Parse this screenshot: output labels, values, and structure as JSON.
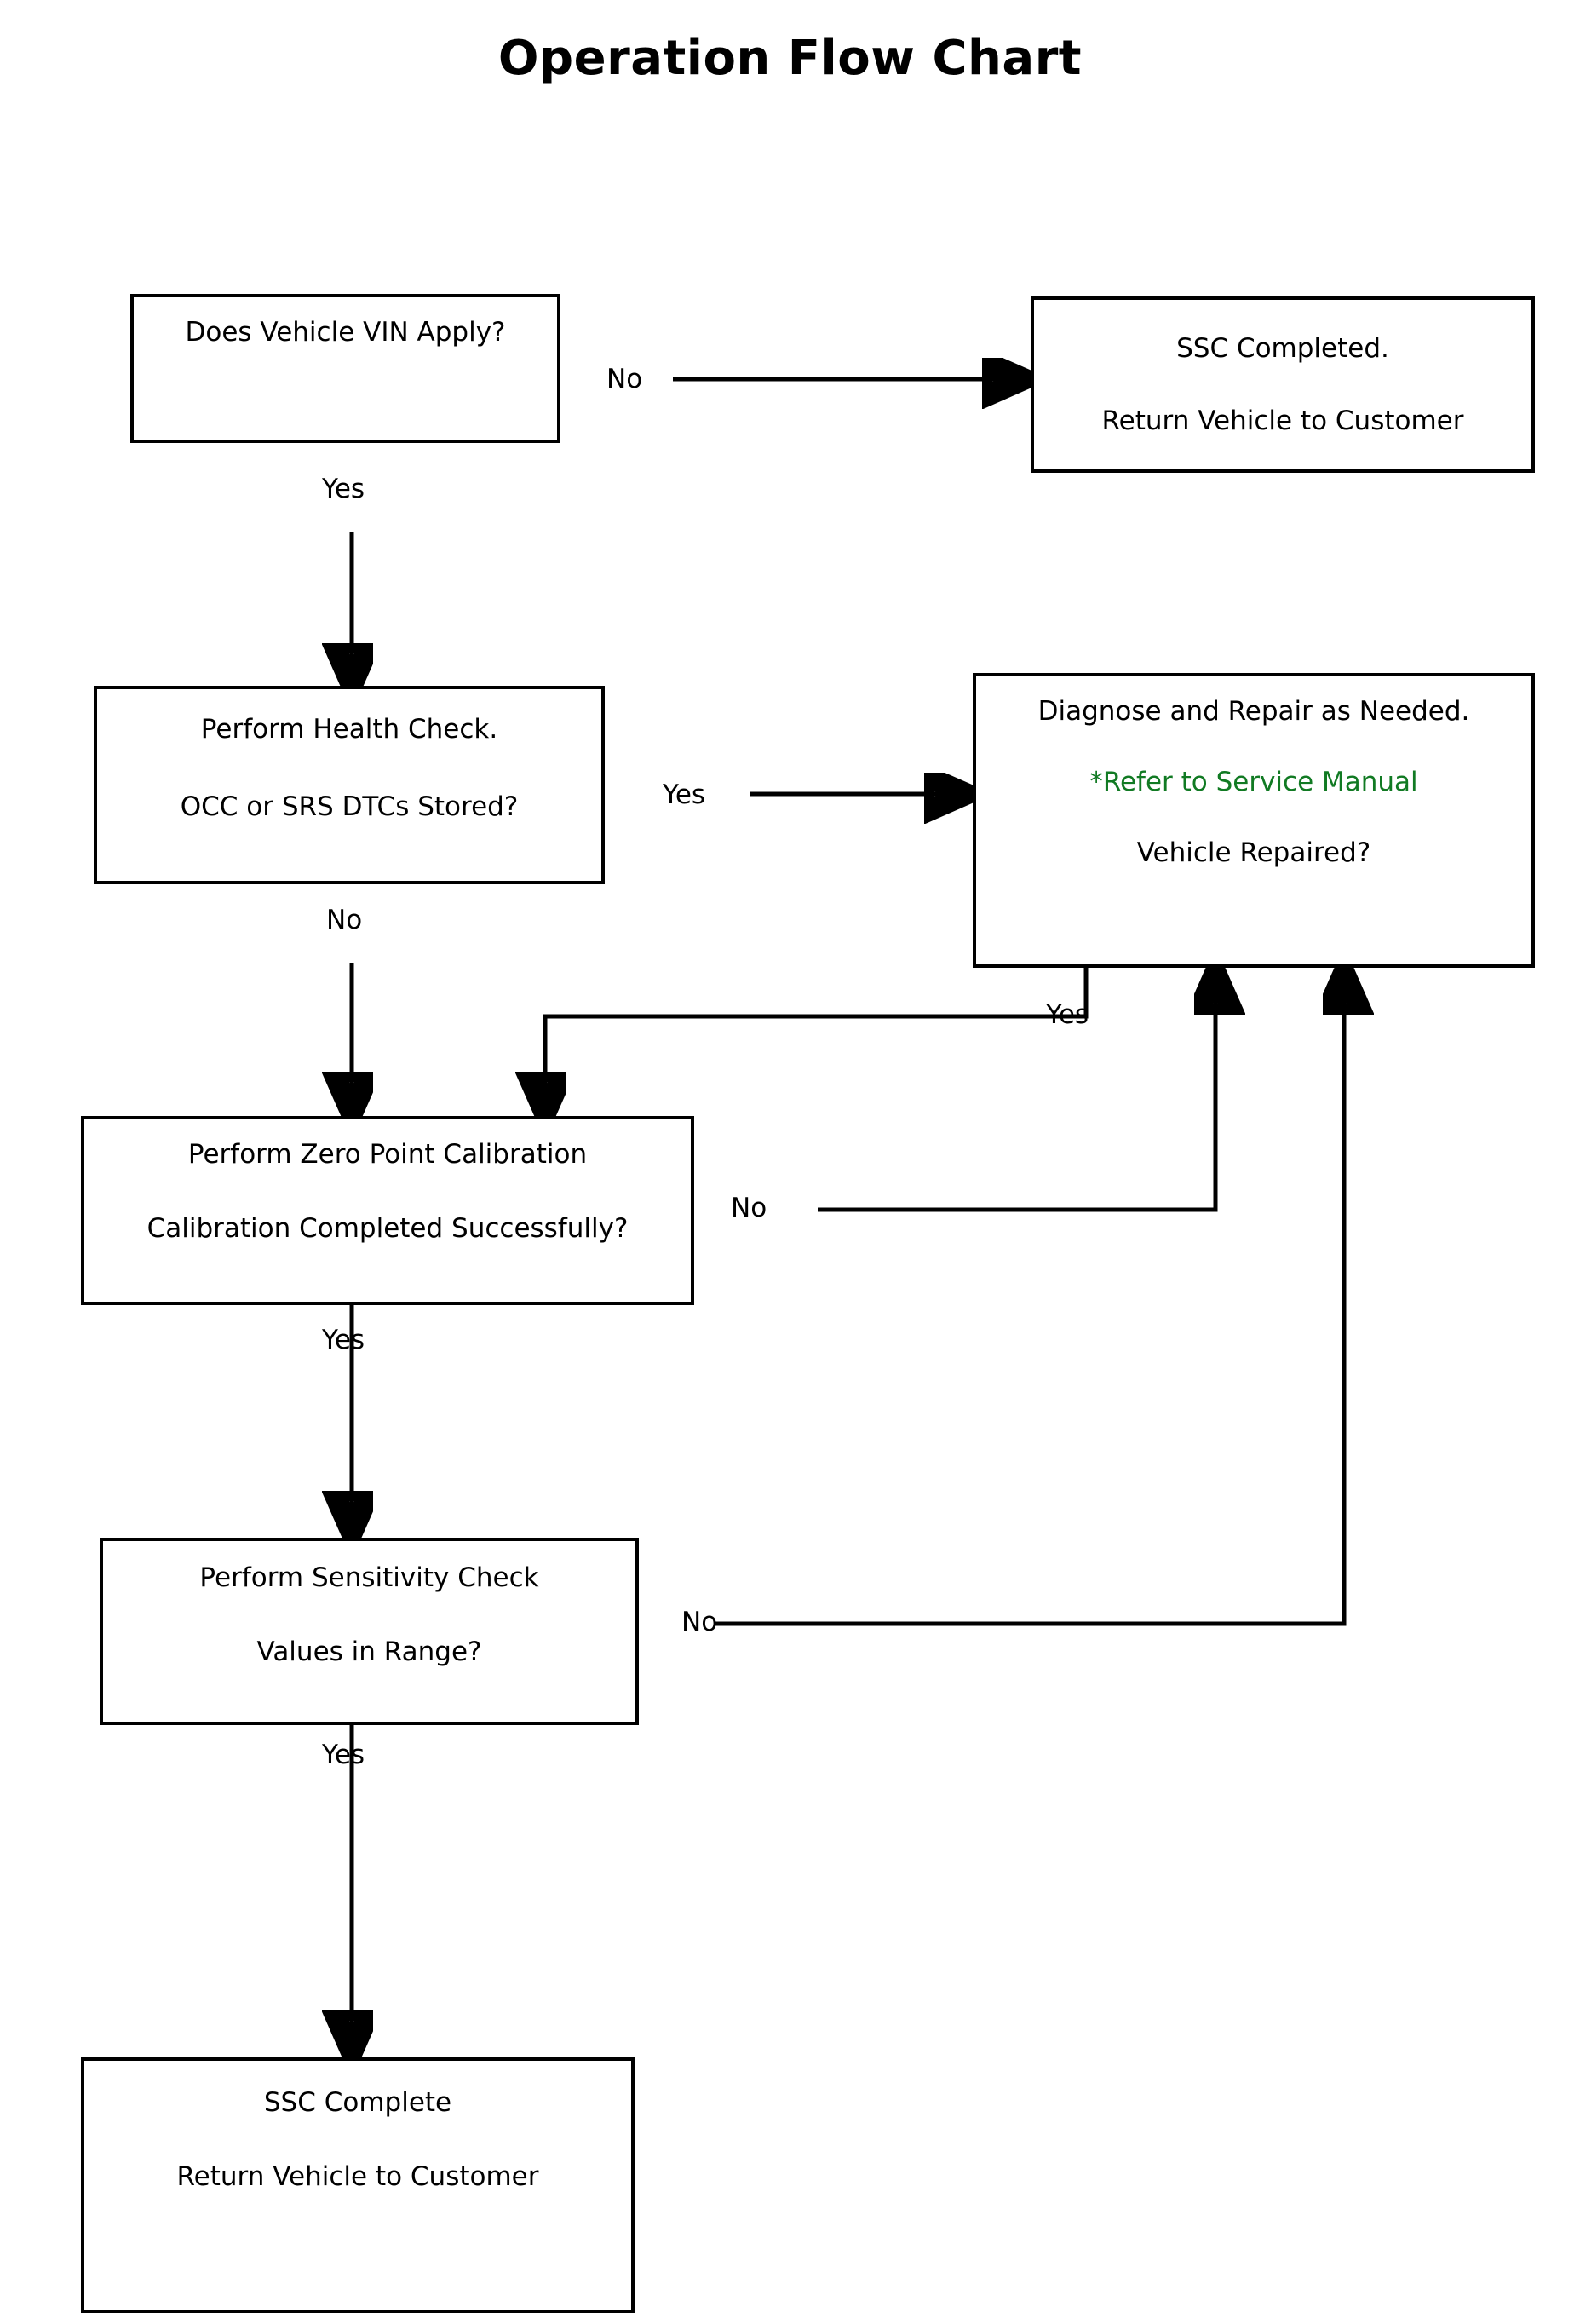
{
  "title": "Operation Flow Chart",
  "accent_color": "#117a23",
  "line_color": "#000000",
  "background_color": "#ffffff",
  "nodes": {
    "vin": {
      "line1": "Does Vehicle VIN Apply?"
    },
    "ssc_completed": {
      "line1": "SSC Completed.",
      "line2": "Return Vehicle to Customer"
    },
    "health_check": {
      "line1": "Perform Health Check.",
      "line2": "OCC or SRS DTCs Stored?"
    },
    "diagnose": {
      "line1": "Diagnose and Repair as Needed.",
      "line2": "*Refer to Service Manual",
      "line3": "Vehicle Repaired?"
    },
    "zero_point": {
      "line1": "Perform Zero Point Calibration",
      "line2": "Calibration Completed Successfully?"
    },
    "sensitivity": {
      "line1": "Perform Sensitivity Check",
      "line2": "Values in Range?"
    },
    "ssc_complete": {
      "line1": "SSC Complete",
      "line2": "Return Vehicle to Customer"
    }
  },
  "edge_labels": {
    "vin_no": "No",
    "vin_yes": "Yes",
    "health_yes": "Yes",
    "health_no": "No",
    "diagnose_yes": "Yes",
    "calibration_no": "No",
    "calibration_yes": "Yes",
    "sensitivity_no": "No",
    "sensitivity_yes": "Yes"
  },
  "chart_data": {
    "type": "diagram",
    "title": "Operation Flow Chart",
    "nodes": [
      {
        "id": "vin",
        "text": "Does Vehicle VIN Apply?",
        "shape": "rectangle"
      },
      {
        "id": "ssc_completed",
        "text": "SSC Completed. Return Vehicle to Customer",
        "shape": "rectangle"
      },
      {
        "id": "health_check",
        "text": "Perform Health Check. OCC or SRS DTCs Stored?",
        "shape": "rectangle"
      },
      {
        "id": "diagnose",
        "text": "Diagnose and Repair as Needed. *Refer to Service Manual Vehicle Repaired?",
        "shape": "rectangle"
      },
      {
        "id": "zero_point",
        "text": "Perform Zero Point Calibration Calibration Completed Successfully?",
        "shape": "rectangle"
      },
      {
        "id": "sensitivity",
        "text": "Perform Sensitivity Check Values in Range?",
        "shape": "rectangle"
      },
      {
        "id": "ssc_complete",
        "text": "SSC Complete Return Vehicle to Customer",
        "shape": "rectangle"
      }
    ],
    "edges": [
      {
        "from": "vin",
        "to": "ssc_completed",
        "label": "No"
      },
      {
        "from": "vin",
        "to": "health_check",
        "label": "Yes"
      },
      {
        "from": "health_check",
        "to": "diagnose",
        "label": "Yes"
      },
      {
        "from": "health_check",
        "to": "zero_point",
        "label": "No"
      },
      {
        "from": "diagnose",
        "to": "zero_point",
        "label": "Yes"
      },
      {
        "from": "zero_point",
        "to": "diagnose",
        "label": "No"
      },
      {
        "from": "zero_point",
        "to": "sensitivity",
        "label": "Yes"
      },
      {
        "from": "sensitivity",
        "to": "diagnose",
        "label": "No"
      },
      {
        "from": "sensitivity",
        "to": "ssc_complete",
        "label": "Yes"
      }
    ]
  }
}
